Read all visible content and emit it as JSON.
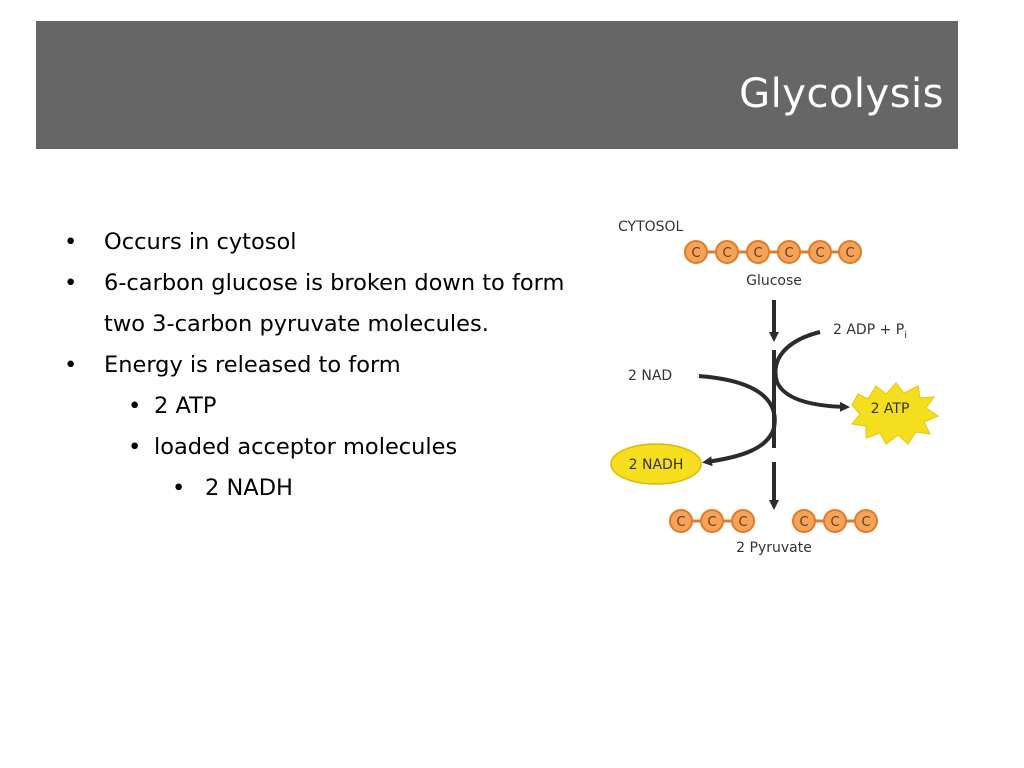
{
  "slide": {
    "title": "Glycolysis"
  },
  "bullets": {
    "b1": "Occurs in cytosol",
    "b2": "6-carbon glucose is broken down to form two 3-carbon pyruvate molecules.",
    "b3": "Energy is released to form",
    "b3_sub1": "2 ATP",
    "b3_sub2": "loaded acceptor molecules",
    "b3_sub2_sub1": "2 NADH",
    "marker": "•"
  },
  "diagram": {
    "cytosol_label": "CYTOSOL",
    "carbon_letter": "C",
    "glucose_label": "Glucose",
    "adp_label": "2 ADP + P",
    "adp_subscript": "i",
    "nad_label": "2 NAD",
    "atp_label": "2 ATP",
    "nadh_label": "2 NADH",
    "pyruvate_label": "2 Pyruvate",
    "colors": {
      "carbon": "#f4a35a",
      "carbon_stroke": "#e07b2a",
      "energy": "#f4de1e",
      "arrow": "#2b2b2b"
    }
  }
}
